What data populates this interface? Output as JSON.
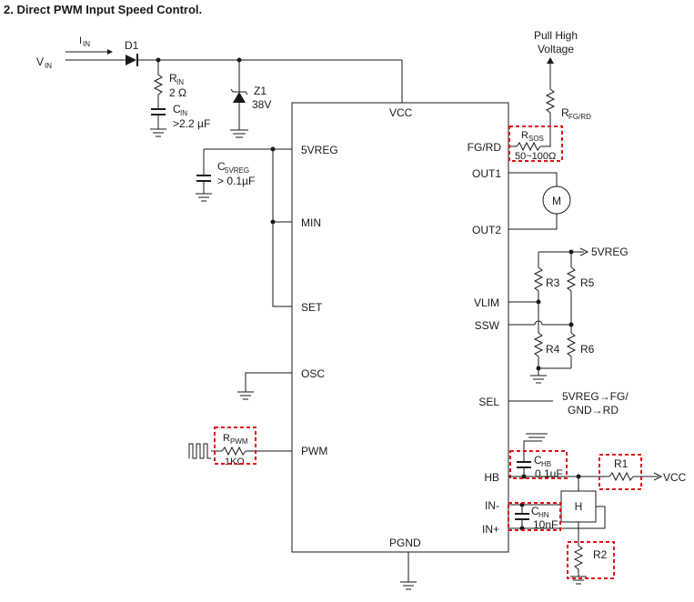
{
  "title": "2. Direct PWM Input Speed Control.",
  "input": {
    "current_i": "I",
    "current_sub": "IN",
    "vin_v": "V",
    "vin_sub": "IN"
  },
  "parts": {
    "d1": "D1",
    "rin_r": "R",
    "rin_sub": "IN",
    "rin_value": "2 Ω",
    "cin_c": "C",
    "cin_sub": "IN",
    "cin_value": ">2.2 µF",
    "z1": "Z1",
    "z1_value": "38V",
    "c5_c": "C",
    "c5_sub": "5VREG",
    "c5_value": "> 0.1µF",
    "rpwm_r": "R",
    "rpwm_sub": "PWM",
    "rpwm_value": "1KΩ",
    "pull_high_1": "Pull High",
    "pull_high_2": "Voltage",
    "rfg_r": "R",
    "rfg_sub": "FG/RD",
    "rsos_r": "R",
    "rsos_sub": "SOS",
    "rsos_value": "50~100Ω",
    "motor": "M",
    "vreg_out": "5VREG",
    "r3": "R3",
    "r5": "R5",
    "r4": "R4",
    "r6": "R6",
    "sel_note_1": "5VREG→FG/",
    "sel_note_2": "GND→RD",
    "chb_c": "C",
    "chb_sub": "HB",
    "chb_value": "0.1uF",
    "r1": "R1",
    "vcc_out": "VCC",
    "hall": "H",
    "chn_c": "C",
    "chn_sub": "HN",
    "chn_value": "10nF",
    "r2": "R2"
  },
  "pins": {
    "vcc": "VCC",
    "vreg": "5VREG",
    "min": "MIN",
    "set": "SET",
    "osc": "OSC",
    "pwm": "PWM",
    "pgnd": "PGND",
    "fgrd": "FG/RD",
    "out1": "OUT1",
    "out2": "OUT2",
    "vlim": "VLIM",
    "ssw": "SSW",
    "sel": "SEL",
    "hb": "HB",
    "inm": "IN-",
    "inp": "IN+"
  }
}
